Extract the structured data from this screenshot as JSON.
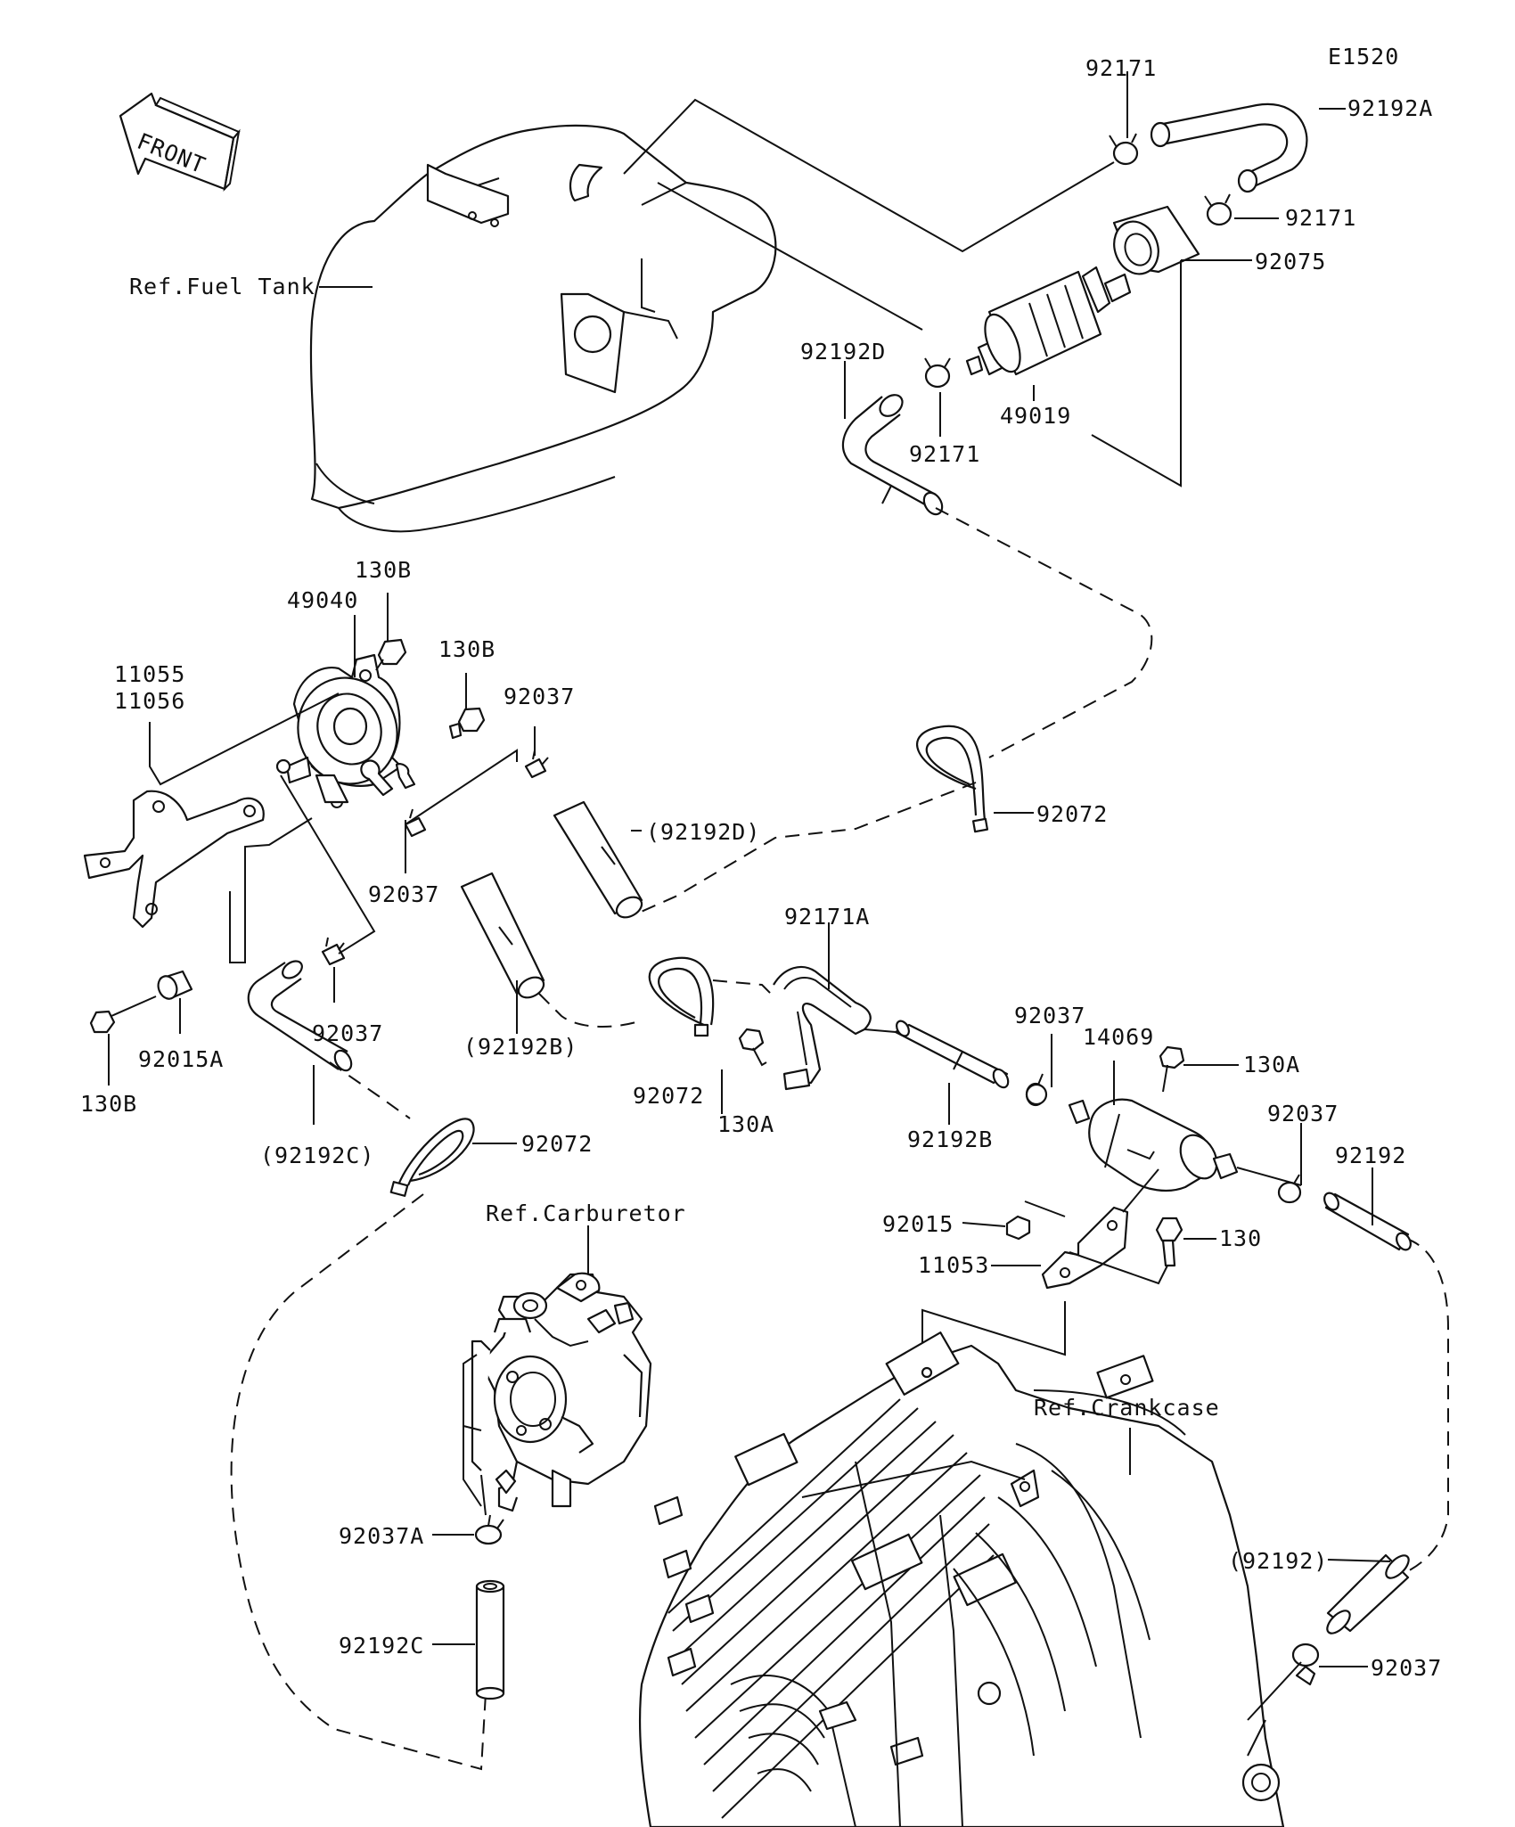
{
  "diagram_id": "E1520",
  "front_label": "FRONT",
  "refs": {
    "fuel_tank": "Ref.Fuel Tank",
    "carburetor": "Ref.Carburetor",
    "crankcase": "Ref.Crankcase"
  },
  "parts": {
    "p92171_top": "92171",
    "p92192A": "92192A",
    "p92171_right": "92171",
    "p92075": "92075",
    "p92192D": "92192D",
    "p92171_mid": "92171",
    "p49019": "49019",
    "p130B_top": "130B",
    "p49040": "49040",
    "p130B_mid": "130B",
    "p11055": "11055",
    "p11056": "11056",
    "p92037_a": "92037",
    "p92192D_ref": "(92192D)",
    "p92072_a": "92072",
    "p92037_b": "92037",
    "p92171A": "92171A",
    "p130B_low": "130B",
    "p92015A": "92015A",
    "p92037_c": "92037",
    "p92192B_ref": "(92192B)",
    "p92072_b": "92072",
    "p130A_a": "130A",
    "p92192B": "92192B",
    "p92037_d": "92037",
    "p14069": "14069",
    "p130A_b": "130A",
    "p92037_e": "92037",
    "p92192": "92192",
    "p92192C_ref": "(92192C)",
    "p92072_c": "92072",
    "p92015": "92015",
    "p130": "130",
    "p11053": "11053",
    "p92037A": "92037A",
    "p92192C": "92192C",
    "p92192_ref": "(92192)",
    "p92037_f": "92037"
  }
}
